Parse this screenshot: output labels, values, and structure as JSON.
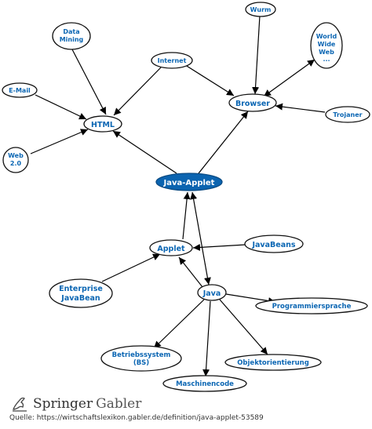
{
  "nodes": {
    "wurm": "Wurm",
    "data_mining_1": "Data",
    "data_mining_2": "Mining",
    "www_1": "World",
    "www_2": "Wide",
    "www_3": "Web",
    "www_4": "...",
    "internet": "Internet",
    "email": "E-Mail",
    "browser": "Browser",
    "trojaner": "Trojaner",
    "html": "HTML",
    "web20_1": "Web",
    "web20_2": "2.0",
    "java_applet": "Java-Applet",
    "javabeans": "JavaBeans",
    "applet": "Applet",
    "enterprise_1": "Enterprise",
    "enterprise_2": "JavaBean",
    "java": "Java",
    "programmiersprache": "Programmiersprache",
    "betriebssystem_1": "Betriebssystem",
    "betriebssystem_2": "(BS)",
    "objektorientierung": "Objektorientierung",
    "maschinencode": "Maschinencode"
  },
  "footer": {
    "brand": "Springer",
    "brand2": "Gabler",
    "source": "Quelle: https://wirtschaftslexikon.gabler.de/definition/java-applet-53589"
  },
  "colors": {
    "node_text": "#0b66b3",
    "center_fill": "#0b64b0"
  }
}
